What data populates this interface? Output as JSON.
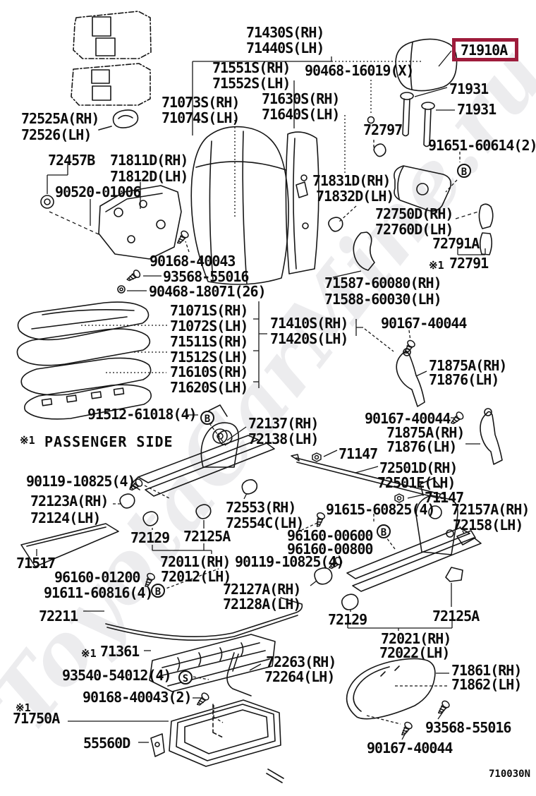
{
  "diagram": {
    "footer_code": "710030N",
    "ref_mark": "※1",
    "note": "PASSENGER SIDE",
    "highlighted_part": "71910A",
    "highlight_color": "#9e1b3b",
    "watermark": "ToyotaCarMine.ru",
    "markers": {
      "b": "B",
      "s": "S"
    }
  },
  "labels": [
    "71430S(RH)",
    "71440S(LH)",
    "71551S(RH)",
    "71552S(LH)",
    "90468-16019(X)",
    "71910A",
    "71931",
    "71931",
    "71073S(RH)",
    "71074S(LH)",
    "71630S(RH)",
    "71640S(LH)",
    "72525A(RH)",
    "72526(LH)",
    "72797",
    "91651-60614(2)",
    "72457B",
    "71811D(RH)",
    "71812D(LH)",
    "90520-01006",
    "71831D(RH)",
    "71832D(LH)",
    "72750D(RH)",
    "72760D(LH)",
    "72791A",
    "72791",
    "90168-40043",
    "93568-55016",
    "90468-18071(26)",
    "71587-60080(RH)",
    "71588-60030(LH)",
    "71071S(RH)",
    "71072S(LH)",
    "71511S(RH)",
    "71512S(LH)",
    "71610S(RH)",
    "71620S(LH)",
    "71410S(RH)",
    "71420S(LH)",
    "90167-40044",
    "71875A(RH)",
    "71876(LH)",
    "91512-61018(4)",
    "72137(RH)",
    "72138(LH)",
    "90167-40044",
    "71875A(RH)",
    "71876(LH)",
    "71147",
    "72501D(RH)",
    "72501E(LH)",
    "90119-10825(4)",
    "71147",
    "72123A(RH)",
    "72124(LH)",
    "91615-60825(4)",
    "72157A(RH)",
    "72158(LH)",
    "72553(RH)",
    "72554C(LH)",
    "96160-00600",
    "96160-00800",
    "72129",
    "72125A",
    "71517",
    "72011(RH)",
    "90119-10825(4)",
    "72012(LH)",
    "96160-01200",
    "91611-60816(4)",
    "72127A(RH)",
    "72128A(LH)",
    "72211",
    "72129",
    "72125A",
    "72021(RH)",
    "72022(LH)",
    "71361",
    "93540-54012(4)",
    "72263(RH)",
    "72264(LH)",
    "71861(RH)",
    "71862(LH)",
    "90168-40043(2)",
    "71750A",
    "55560D",
    "93568-55016",
    "90167-40044"
  ]
}
